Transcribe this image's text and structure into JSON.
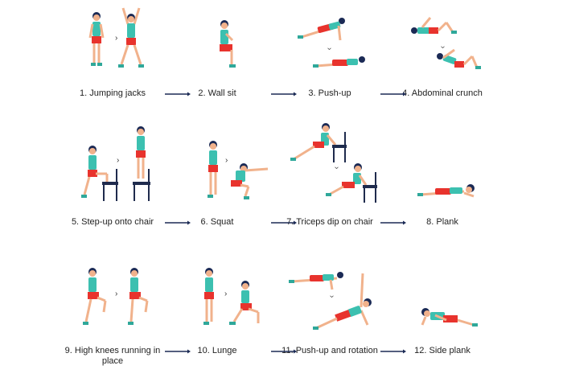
{
  "exercises": [
    {
      "label": "1. Jumping jacks"
    },
    {
      "label": "2. Wall sit"
    },
    {
      "label": "3. Push-up"
    },
    {
      "label": "4. Abdominal crunch"
    },
    {
      "label": "5. Step-up onto chair"
    },
    {
      "label": "6. Squat"
    },
    {
      "label": "7. Triceps dip on chair"
    },
    {
      "label": "8. Plank"
    },
    {
      "label": "9. High knees running in place"
    },
    {
      "label": "10. Lunge"
    },
    {
      "label": "11. Push-up and rotation"
    },
    {
      "label": "12. Side plank"
    }
  ],
  "colors": {
    "skin": "#f1b28c",
    "tank": "#3cc0b0",
    "shorts": "#e8332d",
    "shoe": "#2fa89a",
    "chair": "#1f2b4d",
    "hair": "#1b2a55",
    "arrow": "#1b2a55"
  },
  "icons": {
    "flow_arrow": "arrow-right-icon",
    "step_marker": "chevron-icon"
  }
}
